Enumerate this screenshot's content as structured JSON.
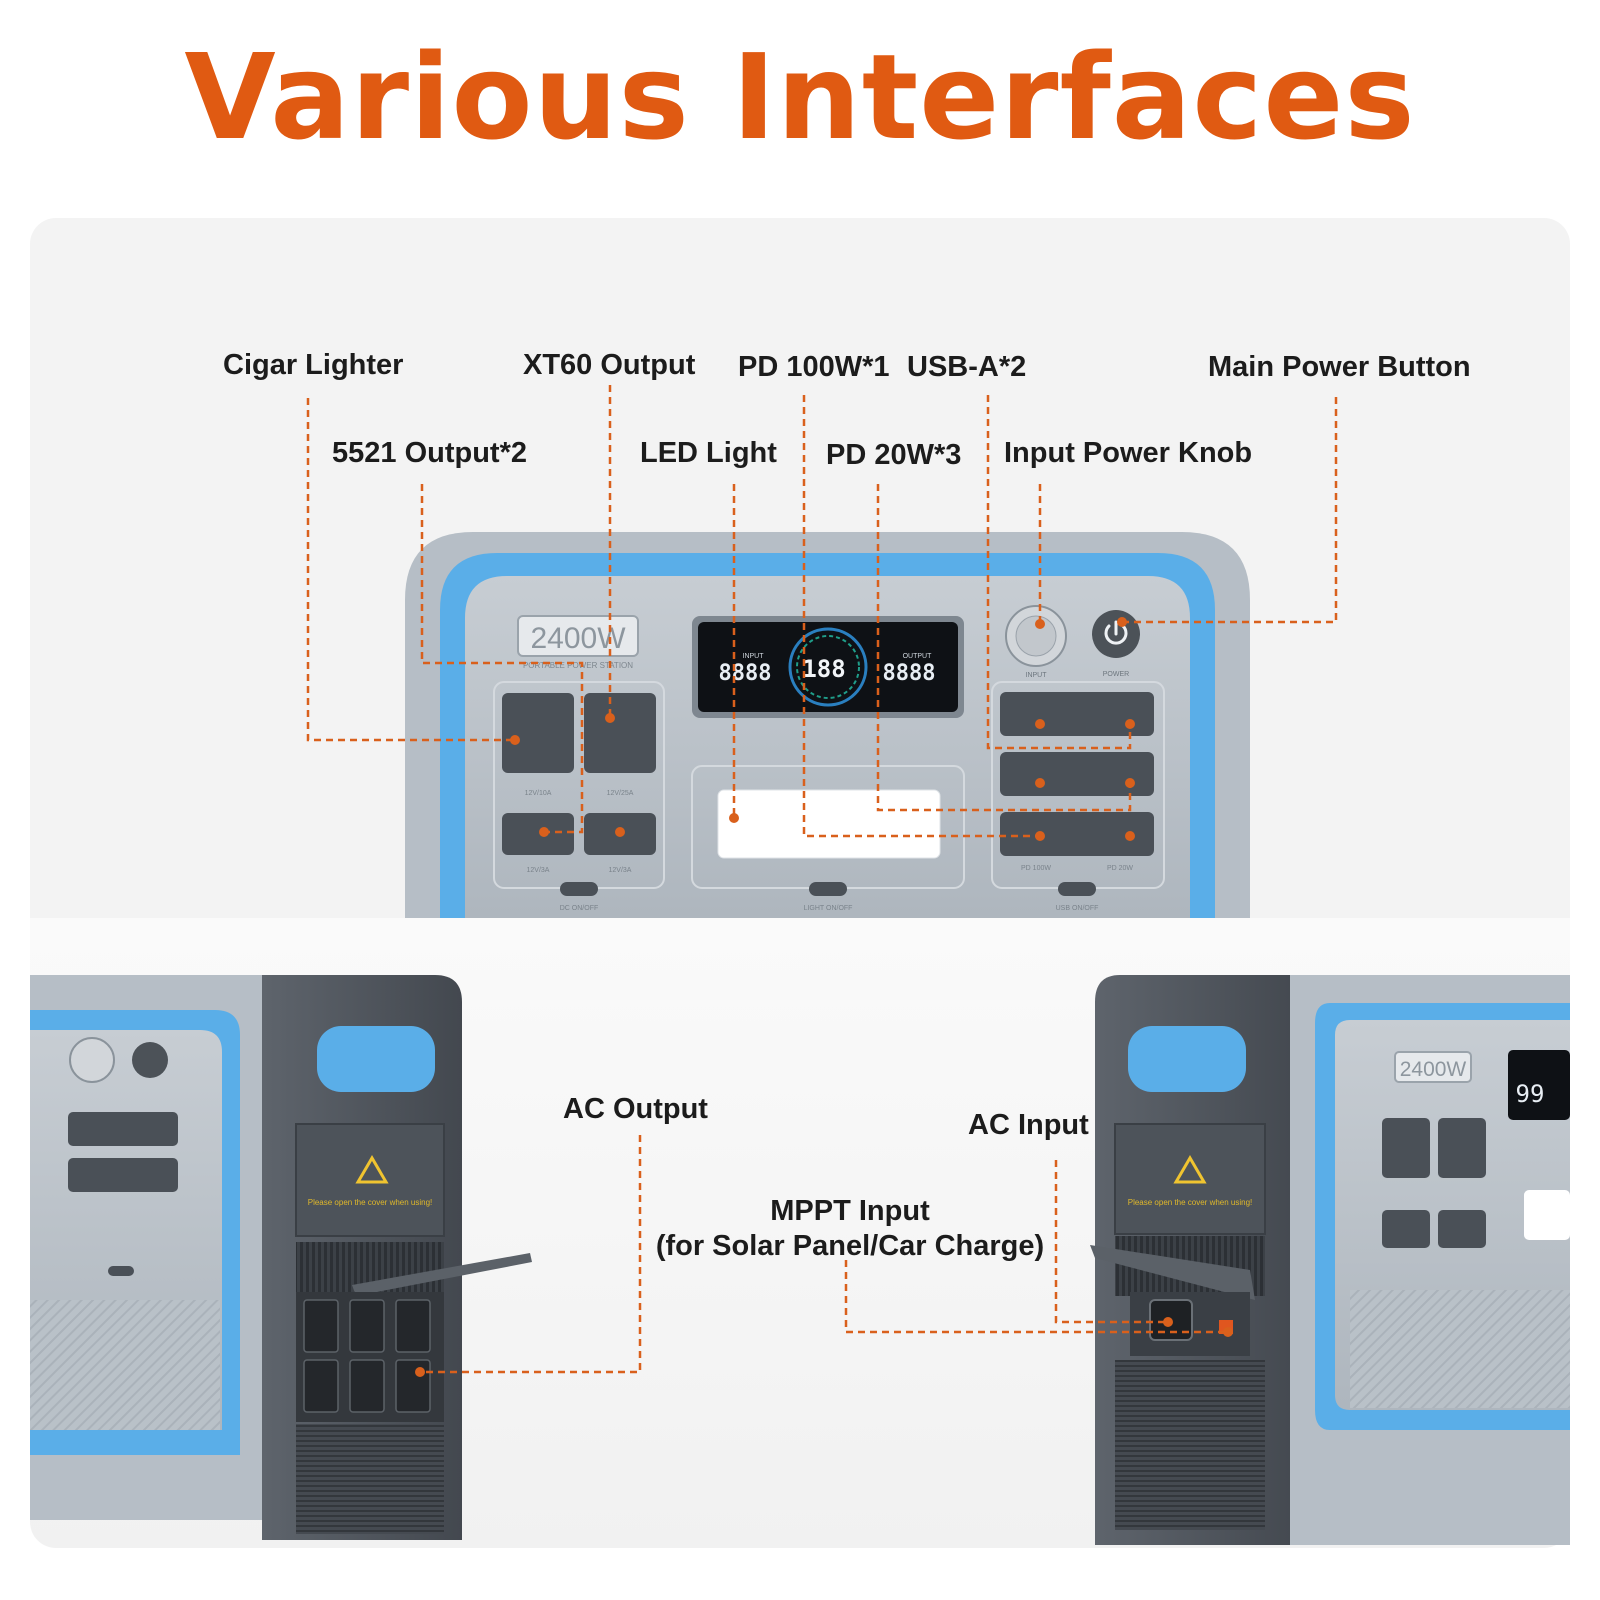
{
  "title": "Various Interfaces",
  "labels": {
    "cigar_lighter": "Cigar Lighter",
    "xt60_output": "XT60 Output",
    "pd_100w": "PD 100W*1",
    "usb_a": "USB-A*2",
    "main_power_button": "Main Power Button",
    "output_5521": "5521 Output*2",
    "led_light": "LED Light",
    "pd_20w": "PD 20W*3",
    "input_power_knob": "Input Power Knob",
    "ac_output": "AC Output",
    "ac_input": "AC Input",
    "mppt_input_line1": "MPPT Input",
    "mppt_input_line2": "(for Solar Panel/Car Charge)"
  },
  "device": {
    "badge": "2400W",
    "badge_sub": "PORTABLE POWER STATION",
    "display_input_label": "INPUT",
    "display_output_label": "OUTPUT",
    "display_input_value": "8888",
    "display_output_value": "8888",
    "display_center_value": "188",
    "knob_label": "INPUT",
    "power_label": "POWER",
    "dc_switch": "DC ON/OFF",
    "light_switch": "LIGHT ON/OFF",
    "usb_switch": "USB ON/OFF",
    "port_12v10a": "12V/10A",
    "port_12v25a": "12V/25A",
    "port_12v3a_1": "12V/3A",
    "port_12v3a_2": "12V/3A",
    "port_pd100w": "PD 100W",
    "port_pd20w": "PD 20W",
    "cover_warning": "Please open the cover when using!",
    "right_badge": "2400W",
    "right_display_value": "99"
  },
  "colors": {
    "title": "#e05a12",
    "leader_line": "#d9601c",
    "device_blue": "#5aaee8",
    "device_body": "#aab4be",
    "device_dark": "#4a5058"
  }
}
